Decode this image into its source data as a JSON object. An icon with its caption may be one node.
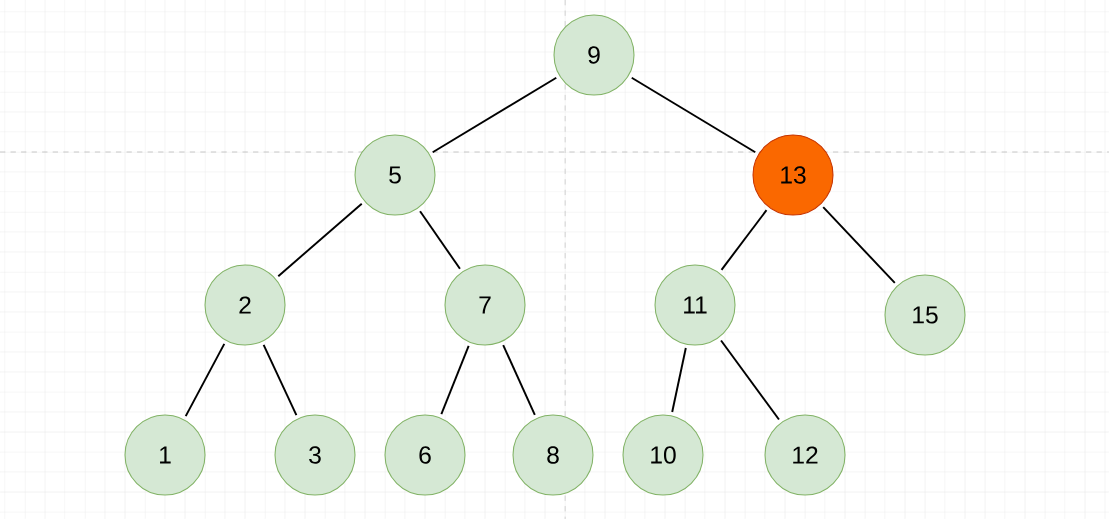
{
  "diagram": {
    "nodes": [
      {
        "text": [
          "9"
        ]
      },
      {
        "text": [
          "5"
        ]
      },
      {
        "text": [
          "13"
        ]
      },
      {
        "text": [
          "2"
        ]
      },
      {
        "text": [
          "7"
        ]
      },
      {
        "text": [
          "11"
        ]
      },
      {
        "text": [
          "15"
        ]
      },
      {
        "text": [
          "1"
        ]
      },
      {
        "text": [
          "3"
        ]
      },
      {
        "text": [
          "6"
        ]
      },
      {
        "text": [
          "8"
        ]
      },
      {
        "text": [
          "10"
        ]
      },
      {
        "text": [
          "12"
        ]
      }
    ],
    "edges": [
      {
        "from": 0,
        "to": 1,
        "arrow": "none"
      },
      {
        "from": 0,
        "to": 2,
        "arrow": "none"
      },
      {
        "from": 1,
        "to": 3,
        "arrow": "none"
      },
      {
        "from": 1,
        "to": 4,
        "arrow": "none"
      },
      {
        "from": 2,
        "to": 5,
        "arrow": "none"
      },
      {
        "from": 2,
        "to": 6,
        "arrow": "none"
      },
      {
        "from": 3,
        "to": 7,
        "arrow": "none"
      },
      {
        "from": 3,
        "to": 8,
        "arrow": "none"
      },
      {
        "from": 4,
        "to": 9,
        "arrow": "none"
      },
      {
        "from": 4,
        "to": 10,
        "arrow": "none"
      },
      {
        "from": 5,
        "to": 11,
        "arrow": "none"
      },
      {
        "from": 5,
        "to": 12,
        "arrow": "none"
      }
    ]
  }
}
